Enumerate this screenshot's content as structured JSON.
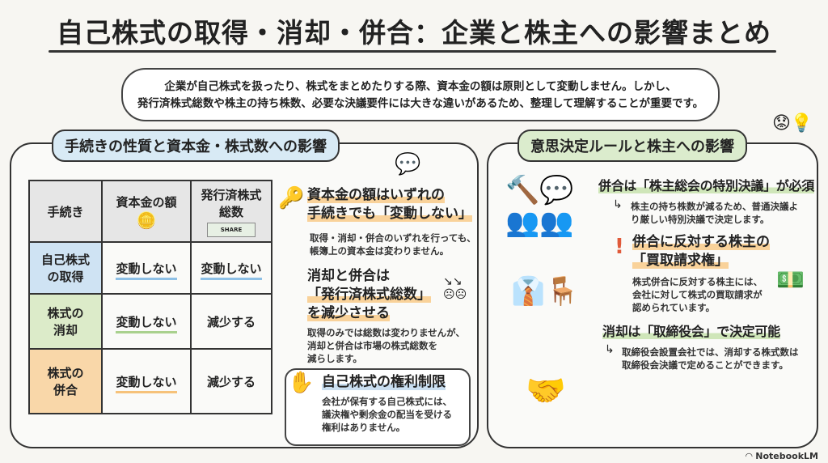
{
  "title": "自己株式の取得・消却・併合：企業と株主への影響まとめ",
  "intro": [
    "企業が自己株式を扱ったり、株式をまとめたりする際、資本金の額は原則として変動しません。しかし、",
    "発行済株式総数や株主の持ち株数、必要な決議要件には大きな違いがあるため、整理して理解することが重要です。"
  ],
  "left": {
    "title": "手続きの性質と資本金・株式数への影響",
    "table": {
      "headers": [
        "手続き",
        "資本金の額",
        "発行済株式総数"
      ],
      "certificate_label": "SHARE",
      "rows": [
        [
          "自己株式の取得",
          "変動しない",
          "変動しない"
        ],
        [
          "株式の消却",
          "変動しない",
          "減少する"
        ],
        [
          "株式の併合",
          "変動しない",
          "減少する"
        ]
      ]
    },
    "points": [
      {
        "title1": "資本金の額はいずれの",
        "title2": "手続きでも「変動しない」",
        "body": [
          "取得・消却・併合のいずれを行っても、",
          "帳簿上の資本金は変わりません。"
        ]
      },
      {
        "title1": "消却と併合は",
        "title2": "「発行済株式総数」",
        "title3": "を減少させる",
        "body": [
          "取得のみでは総数は変わりませんが、",
          "消却と併合は市場の株式総数を",
          "減らします。"
        ]
      },
      {
        "title1": "自己株式の権利制限",
        "body": [
          "会社が保有する自己株式には、",
          "議決権や剰余金の配当を受ける",
          "権利はありません。"
        ]
      }
    ]
  },
  "right": {
    "title": "意思決定ルールと株主への影響",
    "points": [
      {
        "title": "併合は「株主総会の特別決議」が必須",
        "body": [
          "株主の持ち株数が減るため、普通決議よ",
          "り厳しい特別決議で決定します。"
        ]
      },
      {
        "title1": "併合に反対する株主の",
        "title2": "「買取請求権」",
        "body": [
          "株式併合に反対する株主には、",
          "会社に対して株式の買取請求が",
          "認められています。"
        ]
      },
      {
        "title": "消却は「取締役会」で決定可能",
        "body": [
          "取締役会設置会社では、消却する株式数は",
          "取締役会決議で定めることができます。"
        ]
      }
    ]
  },
  "credit": "NotebookLM"
}
